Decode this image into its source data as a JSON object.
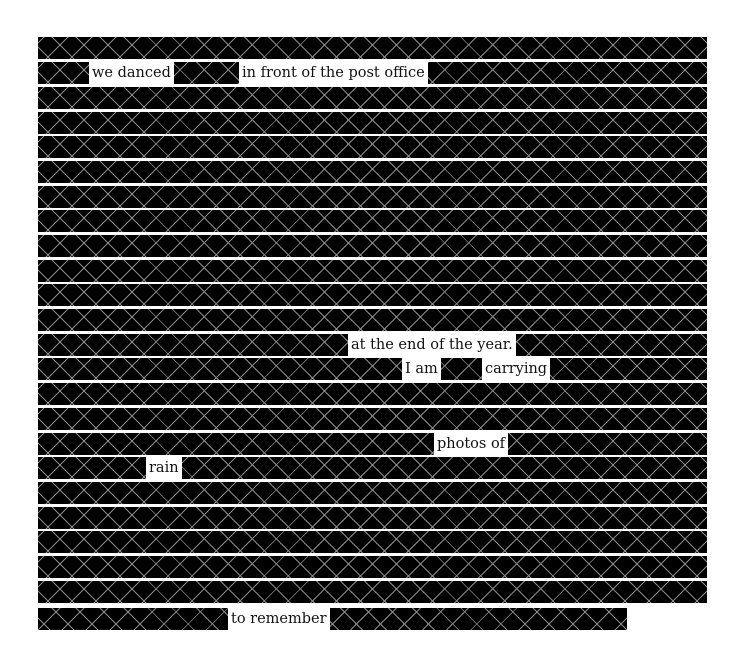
{
  "poem": {
    "row1": {
      "w1": "we danced",
      "w2": "in front of the post office"
    },
    "row12": {
      "w1": "at the end of the year."
    },
    "row13": {
      "w1": "I am",
      "w2": "carrying"
    },
    "row16": {
      "w1": "photos of"
    },
    "row17": {
      "w1": "rain"
    },
    "row23": {
      "w1": "to remember"
    }
  },
  "colors": {
    "redaction": "#000000",
    "hatch": "#8a8a8a",
    "paper": "#ffffff",
    "text": "#111111"
  }
}
